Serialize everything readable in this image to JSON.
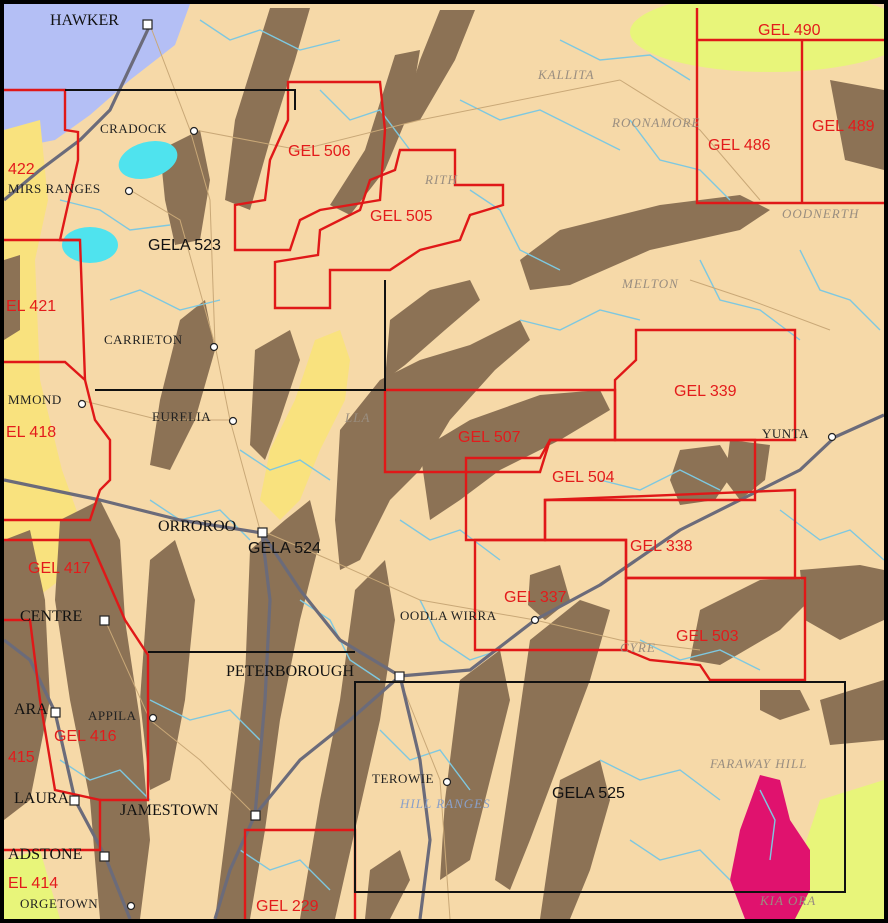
{
  "colors": {
    "background": "#f6d9a8",
    "formation_brown": "#8c7255",
    "formation_yellow": "#f9e27e",
    "formation_lime": "#e8f57a",
    "formation_magenta": "#e0126e",
    "lake_cyan": "#4fe3ee",
    "water_blue": "#b4bff5",
    "gel_boundary": "#e01818",
    "gela_boundary": "#111111",
    "railway": "#6b6b7a"
  },
  "licences": {
    "gel_490": "GEL 490",
    "gel_486": "GEL 486",
    "gel_489": "GEL 489",
    "gel_506": "GEL 506",
    "gel_505": "GEL 505",
    "gel_422": "422",
    "gel_421": "EL 421",
    "gel_418": "EL 418",
    "gel_507": "GEL 507",
    "gel_339": "GEL 339",
    "gel_504": "GEL 504",
    "gel_338": "GEL 338",
    "gel_337": "GEL 337",
    "gel_503": "GEL 503",
    "gel_417": "GEL 417",
    "gel_416": "GEL 416",
    "gel_415": "415",
    "gel_414": "EL 414",
    "gel_229": "GEL 229",
    "gela_523": "GELA 523",
    "gela_524": "GELA 524",
    "gela_525": "GELA 525"
  },
  "towns": {
    "hawker": "HAWKER",
    "cradock": "CRADOCK",
    "mirs_ranges": "MIRS RANGES",
    "carrieton": "CARRIETON",
    "hammond": "MMOND",
    "eurelia": "EURELIA",
    "orroroo": "ORROROO",
    "centre": "CENTRE",
    "peterborough": "PETERBOROUGH",
    "appila": "APPILA",
    "ara": "ARA",
    "laura": "LAURA",
    "jamestown": "JAMESTOWN",
    "terowie": "TEROWIE",
    "oodla_wirra": "OODLA WIRRA",
    "yunta": "YUNTA",
    "gladstone": "ADSTONE",
    "georgetown": "ORGETOWN"
  },
  "features": {
    "bibliando": "KALLITA",
    "boolcoomatta": "ROONAMORE",
    "mutooroo": "OODNERTH",
    "melton": "MELTON",
    "faraway_hill": "FARAWAY HILL",
    "hill_ranges": "HILL RANGES",
    "lilac": "LLA",
    "rarity": "RITH",
    "kia_ora": "KIA ORA",
    "cyre": "CYRE"
  }
}
